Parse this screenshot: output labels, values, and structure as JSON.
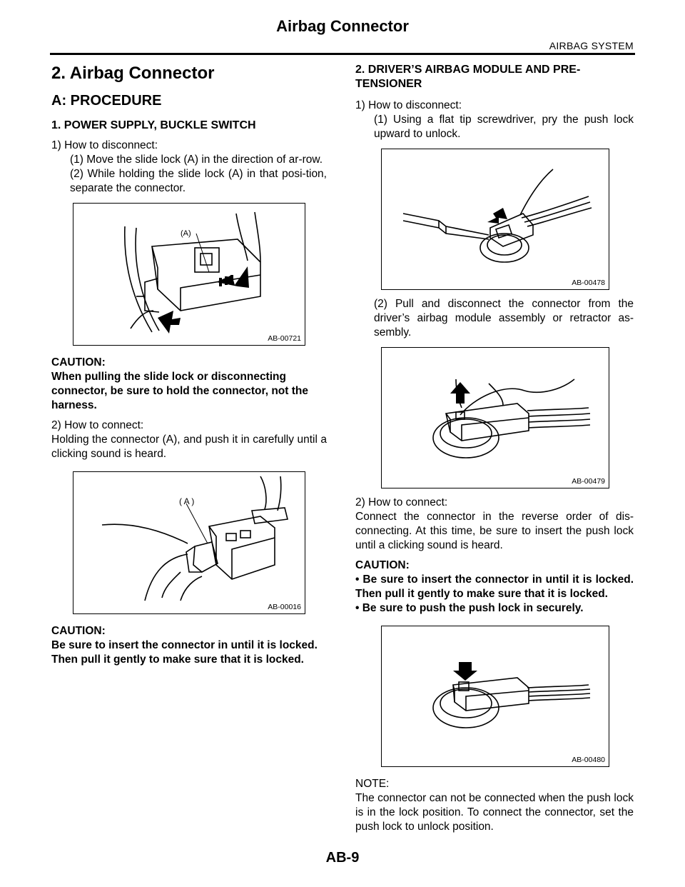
{
  "header": {
    "title": "Airbag Connector",
    "section": "AIRBAG SYSTEM"
  },
  "left": {
    "h1": "2. Airbag Connector",
    "h2": "A: PROCEDURE",
    "h3": "1. POWER SUPPLY, BUCKLE SWITCH",
    "p1": "1) How to disconnect:",
    "p2": "(1) Move the slide lock (A) in the direction of ar-row.",
    "p3": "(2) While holding the slide lock (A) in that posi-tion, separate the connector.",
    "fig1": {
      "label": "(A)",
      "code": "AB-00721"
    },
    "caution1_title": "CAUTION:",
    "caution1_text": "When pulling the slide lock or disconnecting connector, be sure to hold the connector, not the harness.",
    "p4": "2) How to connect:",
    "p5": "Holding the connector (A), and push it in carefully until a clicking sound is heard.",
    "fig2": {
      "label": "( A )",
      "code": "AB-00016"
    },
    "caution2_title": "CAUTION:",
    "caution2_text": "Be sure to insert the connector in until it is locked. Then pull it gently to make sure that it is locked."
  },
  "right": {
    "h3": "2. DRIVER’S AIRBAG MODULE AND PRE-TENSIONER",
    "p1": "1) How to disconnect:",
    "p2": "(1) Using a flat tip screwdriver, pry the push lock upward to unlock.",
    "fig3": {
      "code": "AB-00478"
    },
    "p3": "(2) Pull and disconnect the connector from the driver’s airbag module assembly or retractor as-sembly.",
    "fig4": {
      "code": "AB-00479"
    },
    "p4": "2) How to connect:",
    "p5": "Connect the connector in the reverse order of dis-connecting. At this time, be sure to insert the push lock until a clicking sound is heard.",
    "caution_title": "CAUTION:",
    "bullet1": "• Be sure to insert the connector in until it is locked. Then pull it gently to make sure that it is locked.",
    "bullet2": "• Be sure to push the push lock in securely.",
    "fig5": {
      "code": "AB-00480"
    },
    "note_title": "NOTE:",
    "note_text": "The connector can not be connected when the push lock is in the lock position. To connect the connector, set the push lock to unlock position."
  },
  "footer": {
    "page": "AB-9"
  }
}
